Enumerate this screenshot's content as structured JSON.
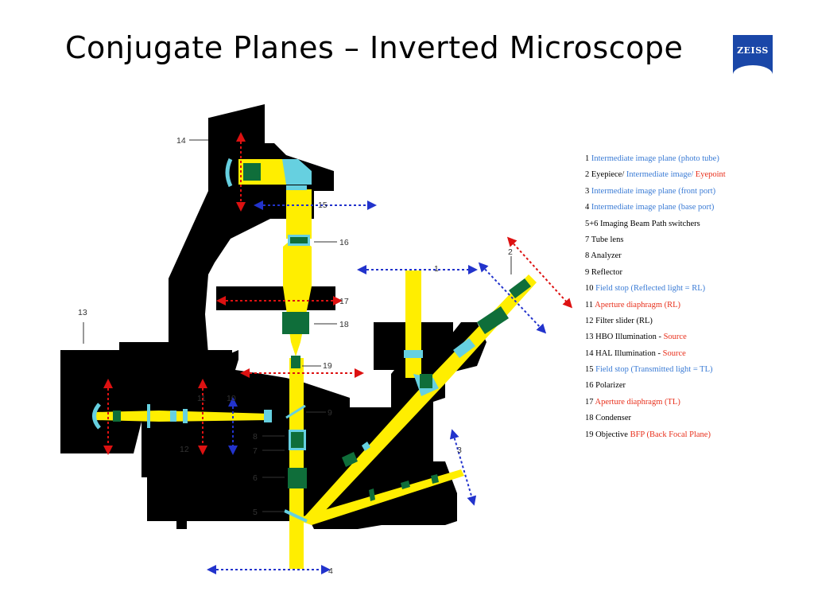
{
  "title": "Conjugate Planes – Inverted Microscope",
  "logo_text": "ZEISS",
  "legend": [
    {
      "num": "1",
      "parts": [
        {
          "t": "Intermediate image plane (photo tube)",
          "c": "blue"
        }
      ]
    },
    {
      "num": "2",
      "parts": [
        {
          "t": "Eyepiece/ ",
          "c": "black"
        },
        {
          "t": "Intermediate image/ ",
          "c": "blue"
        },
        {
          "t": "Eyepoint",
          "c": "red"
        }
      ]
    },
    {
      "num": "3",
      "parts": [
        {
          "t": "Intermediate image plane (front port)",
          "c": "blue"
        }
      ]
    },
    {
      "num": "4",
      "parts": [
        {
          "t": "Intermediate image plane (base port)",
          "c": "blue"
        }
      ]
    },
    {
      "num": "5+6",
      "parts": [
        {
          "t": "Imaging Beam Path switchers",
          "c": "black"
        }
      ]
    },
    {
      "num": "7",
      "parts": [
        {
          "t": "Tube lens",
          "c": "black"
        }
      ]
    },
    {
      "num": "8",
      "parts": [
        {
          "t": "Analyzer",
          "c": "black"
        }
      ]
    },
    {
      "num": "9",
      "parts": [
        {
          "t": "Reflector",
          "c": "black"
        }
      ]
    },
    {
      "num": "10",
      "parts": [
        {
          "t": "Field stop (Reflected light = RL)",
          "c": "blue"
        }
      ]
    },
    {
      "num": "11",
      "parts": [
        {
          "t": "Aperture diaphragm (RL)",
          "c": "red"
        }
      ]
    },
    {
      "num": "12",
      "parts": [
        {
          "t": "Filter slider (RL)",
          "c": "black"
        }
      ]
    },
    {
      "num": "13",
      "parts": [
        {
          "t": "HBO Illumination - ",
          "c": "black"
        },
        {
          "t": "Source",
          "c": "red"
        }
      ]
    },
    {
      "num": "14",
      "parts": [
        {
          "t": "HAL Illumination - ",
          "c": "black"
        },
        {
          "t": "Source",
          "c": "red"
        }
      ]
    },
    {
      "num": "15",
      "parts": [
        {
          "t": "Field stop (Transmitted light = TL)",
          "c": "blue"
        }
      ]
    },
    {
      "num": "16",
      "parts": [
        {
          "t": "Polarizer",
          "c": "black"
        }
      ]
    },
    {
      "num": "17",
      "parts": [
        {
          "t": "Aperture diaphragm (TL)",
          "c": "red"
        }
      ]
    },
    {
      "num": "18",
      "parts": [
        {
          "t": "Condenser",
          "c": "black"
        }
      ]
    },
    {
      "num": "19",
      "parts": [
        {
          "t": "Objective ",
          "c": "black"
        },
        {
          "t": "BFP (Back Focal  Plane)",
          "c": "red"
        }
      ]
    }
  ],
  "diagram_labels": {
    "l1": "1",
    "l2": "2",
    "l3": "3",
    "l4": "4",
    "l5": "5",
    "l6": "6",
    "l7": "7",
    "l8": "8",
    "l9": "9",
    "l10": "10",
    "l11": "11",
    "l12": "12",
    "l13": "13",
    "l14": "14",
    "l15": "15",
    "l16": "16",
    "l17": "17",
    "l18": "18",
    "l19": "19"
  },
  "colors": {
    "body": "#000000",
    "beam": "#ffee00",
    "lens": "#0f6e3a",
    "glass": "#66d0e0",
    "field": "#2233cc",
    "aperture": "#dd1111",
    "blue_text": "#3a7bd5",
    "red_text": "#e8301c"
  }
}
